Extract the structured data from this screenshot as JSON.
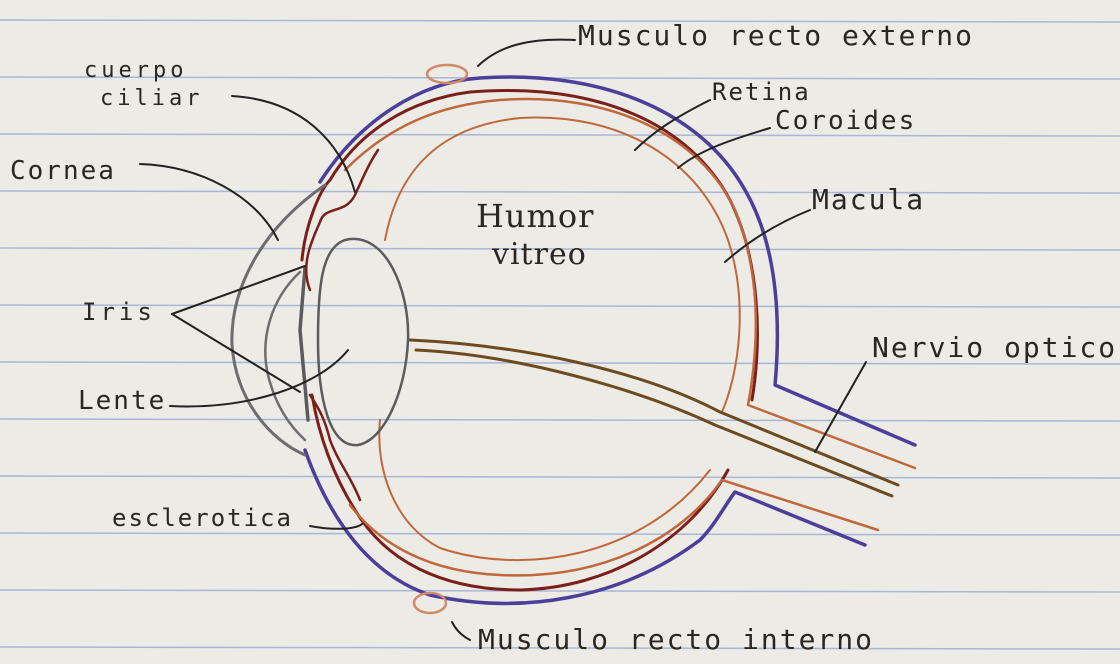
{
  "labels": {
    "musculo_externo": "Musculo recto externo",
    "cuerpo_ciliar_1": "cuerpo",
    "cuerpo_ciliar_2": "ciliar",
    "retina": "Retina",
    "coroides": "Coroides",
    "cornea": "Cornea",
    "humor_1": "Humor",
    "humor_2": "vitreo",
    "macula": "Macula",
    "iris": "Iris",
    "nervio": "Nervio optico",
    "lente": "Lente",
    "esclerotica": "esclerotica",
    "musculo_interno": "Musculo recto interno"
  },
  "colors": {
    "paper": "#ecebe6",
    "rule_line": "#a9b7d6",
    "sclera": "#4b3f9a",
    "choroid": "#7a1f1a",
    "retina": "#c0673c",
    "nerve": "#6e4a20",
    "cornea": "#6d6d6d",
    "lens": "#5b5b5b",
    "muscle": "#d08a66",
    "leader": "#222222"
  }
}
